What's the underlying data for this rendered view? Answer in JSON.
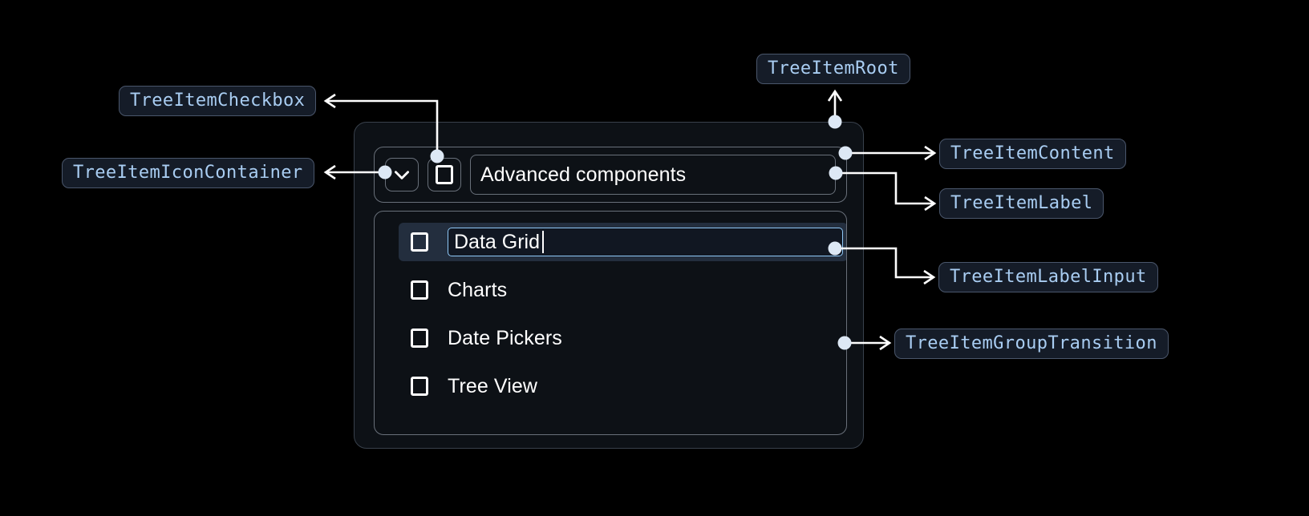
{
  "page": {
    "background": "#000000",
    "accent_blue": "#a9cdf2",
    "input_border": "#8fc9f8",
    "selected_row_bg": "#232e3e",
    "chip_bg": "#151c28",
    "chip_border": "#4a566b",
    "widget_border": "#69707a",
    "wire_color": "#ffffff"
  },
  "annotations": [
    {
      "key": "checkbox",
      "label": "TreeItemCheckbox"
    },
    {
      "key": "icon_container",
      "label": "TreeItemIconContainer"
    },
    {
      "key": "root",
      "label": "TreeItemRoot"
    },
    {
      "key": "content",
      "label": "TreeItemContent"
    },
    {
      "key": "label",
      "label": "TreeItemLabel"
    },
    {
      "key": "label_input",
      "label": "TreeItemLabelInput"
    },
    {
      "key": "group_transition",
      "label": "TreeItemGroupTransition"
    }
  ],
  "tree": {
    "header": {
      "expand_icon": "chevron-down-icon",
      "checkbox_checked": false,
      "label": "Advanced components"
    },
    "children": [
      {
        "label": "Data Grid",
        "checked": false,
        "editing": true,
        "selected": true
      },
      {
        "label": "Charts",
        "checked": false,
        "editing": false,
        "selected": false
      },
      {
        "label": "Date Pickers",
        "checked": false,
        "editing": false,
        "selected": false
      },
      {
        "label": "Tree View",
        "checked": false,
        "editing": false,
        "selected": false
      }
    ]
  }
}
